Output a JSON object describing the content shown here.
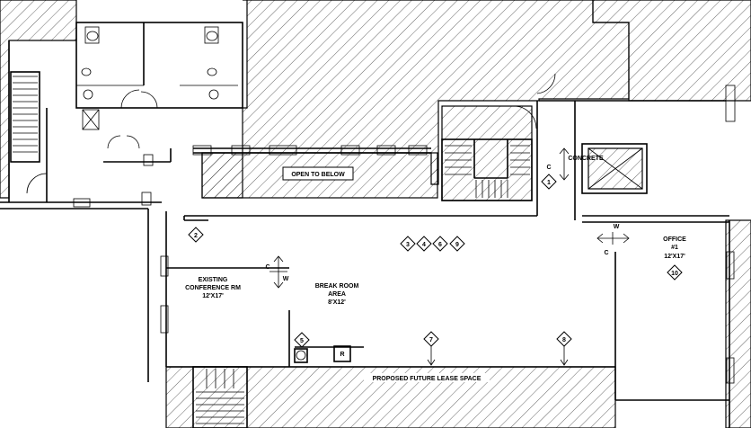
{
  "rooms": {
    "open_to_below": "OPEN TO BELOW",
    "concrete": "CONCRETE",
    "existing_conference_line1": "EXISTING",
    "existing_conference_line2": "CONFERENCE RM",
    "existing_conference_size": "12'X17'",
    "break_room_line1": "BREAK ROOM",
    "break_room_line2": "AREA",
    "break_room_size": "8'X12'",
    "office_line1": "OFFICE",
    "office_line2": "#1",
    "office_size": "12'X17'",
    "future_lease": "PROPOSED FUTURE LEASE SPACE",
    "appliance_r": "R"
  },
  "markers": {
    "m1": "1",
    "m2": "2",
    "m3": "3",
    "m4": "4",
    "m5": "5",
    "m6": "6",
    "m7": "7",
    "m8": "8",
    "m9": "9",
    "m10": "10"
  },
  "annotations": {
    "c1": "C",
    "c2": "C",
    "c3": "C",
    "w1": "W",
    "w2": "W"
  }
}
